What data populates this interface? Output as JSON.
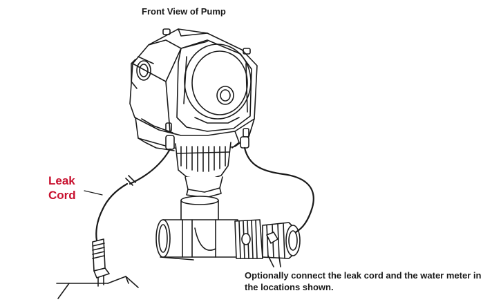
{
  "title": "Front View of Pump",
  "leak_label": {
    "line1": "Leak",
    "line2": "Cord"
  },
  "caption": "Optionally connect the leak cord and the water meter in the locations shown.",
  "colors": {
    "leak_label": "#c8102e",
    "line_art": "#1a1a1a",
    "background": "#ffffff"
  },
  "icons": [
    "pump-icon",
    "leak-cord-icon",
    "water-meter-icon",
    "pipe-fitting-icon"
  ]
}
